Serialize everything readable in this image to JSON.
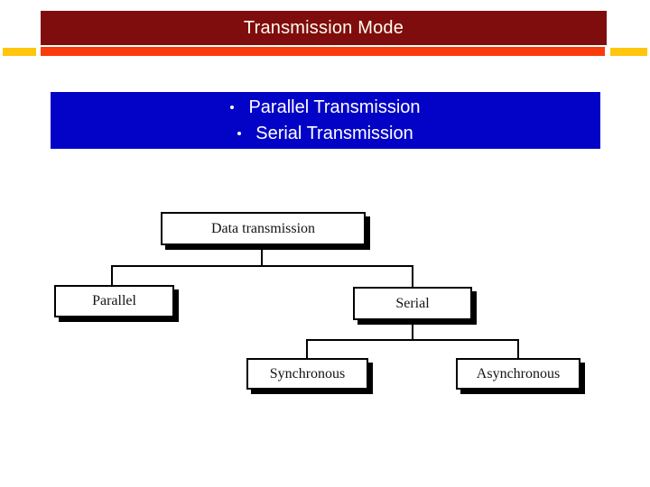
{
  "slide": {
    "title": "Transmission Mode",
    "bullets": [
      "Parallel Transmission",
      "Serial Transmission"
    ],
    "colors": {
      "title_bar_maroon": "#800D0D",
      "title_text_cream": "#FFFDF0",
      "accent_orange": "#FA3B0B",
      "accent_gold": "#FFC60D",
      "bullet_box_blue": "#0303C7",
      "bullet_text_white": "#FFFFFF",
      "diagram_line_black": "#000000"
    }
  },
  "diagram": {
    "root": {
      "label": "Data transmission"
    },
    "level1": [
      {
        "label": "Parallel"
      },
      {
        "label": "Serial"
      }
    ],
    "level2": [
      {
        "label": "Synchronous"
      },
      {
        "label": "Asynchronous"
      }
    ]
  }
}
